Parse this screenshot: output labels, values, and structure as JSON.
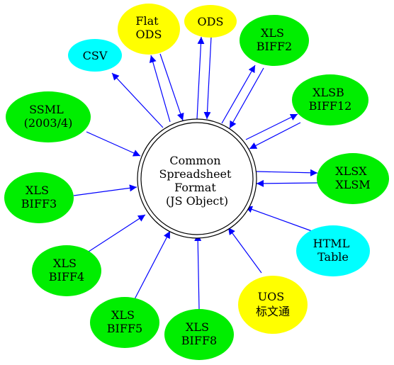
{
  "colors": {
    "green": "#00ee00",
    "cyan": "#00ffff",
    "yellow": "#ffff00",
    "edge": "#0000ff",
    "center_stroke": "#000000"
  },
  "center": {
    "lines": [
      "Common",
      "Spreadsheet",
      "Format",
      "(JS Object)"
    ]
  },
  "nodes": [
    {
      "id": "flat-ods",
      "lines": [
        "Flat",
        "ODS"
      ],
      "color": "yellow"
    },
    {
      "id": "ods",
      "lines": [
        "ODS"
      ],
      "color": "yellow"
    },
    {
      "id": "xls-biff2",
      "lines": [
        "XLS",
        "BIFF2"
      ],
      "color": "green"
    },
    {
      "id": "csv",
      "lines": [
        "CSV"
      ],
      "color": "cyan"
    },
    {
      "id": "xlsb",
      "lines": [
        "XLSB",
        "BIFF12"
      ],
      "color": "green"
    },
    {
      "id": "ssml",
      "lines": [
        "SSML",
        "(2003/4)"
      ],
      "color": "green"
    },
    {
      "id": "xlsx",
      "lines": [
        "XLSX",
        "XLSM"
      ],
      "color": "green"
    },
    {
      "id": "xls-biff3",
      "lines": [
        "XLS",
        "BIFF3"
      ],
      "color": "green"
    },
    {
      "id": "html",
      "lines": [
        "HTML",
        "Table"
      ],
      "color": "cyan"
    },
    {
      "id": "xls-biff4",
      "lines": [
        "XLS",
        "BIFF4"
      ],
      "color": "green"
    },
    {
      "id": "uos",
      "lines": [
        "UOS",
        "标文通"
      ],
      "color": "yellow"
    },
    {
      "id": "xls-biff5",
      "lines": [
        "XLS",
        "BIFF5"
      ],
      "color": "green"
    },
    {
      "id": "xls-biff8",
      "lines": [
        "XLS",
        "BIFF8"
      ],
      "color": "green"
    }
  ]
}
